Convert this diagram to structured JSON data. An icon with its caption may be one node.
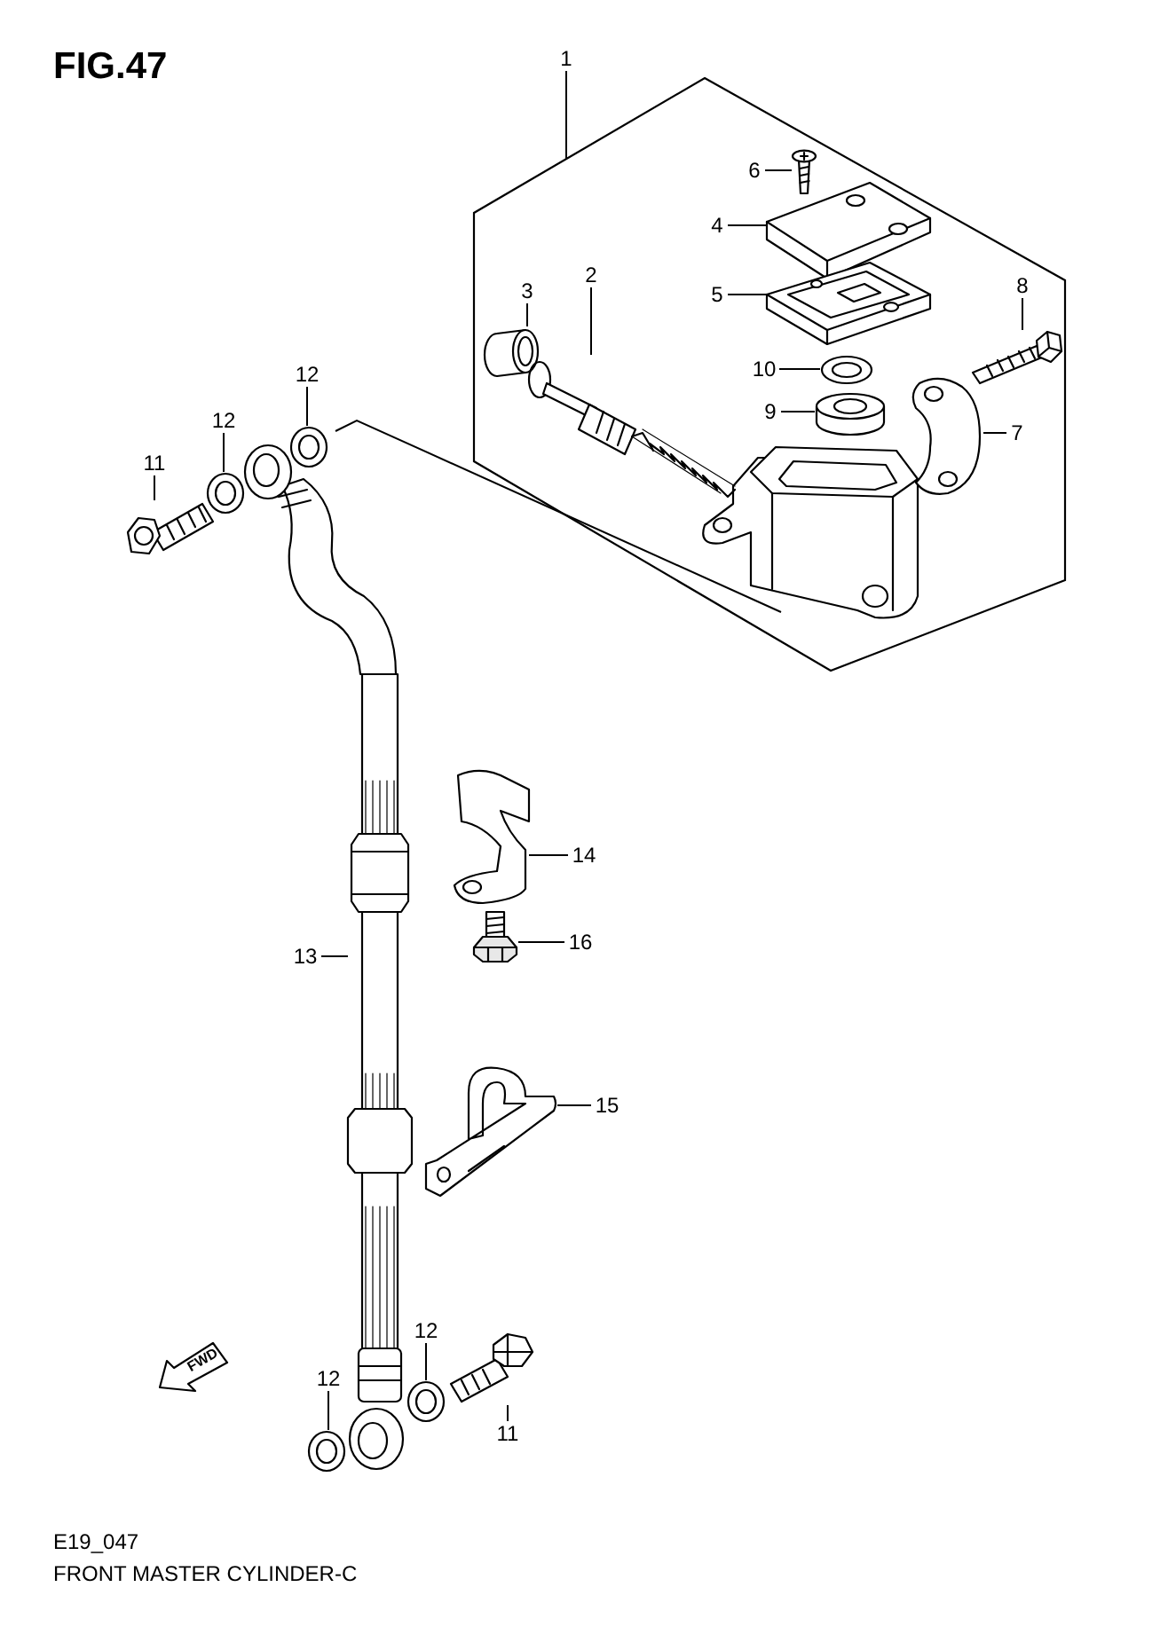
{
  "diagram": {
    "title": "FIG.47",
    "caption": "FRONT MASTER CYLINDER-C",
    "nodes": [
      {
        "text": [
          "1"
        ]
      },
      {
        "text": [],
        "shape": "box"
      },
      {
        "text": [
          "6"
        ],
        "in": 1
      },
      {
        "text": [],
        "shape": "picture",
        "in": 1
      },
      {
        "text": [
          "4"
        ],
        "in": 1
      },
      {
        "text": [],
        "shape": "picture",
        "in": 1
      },
      {
        "text": [
          "2"
        ],
        "in": 1
      },
      {
        "text": [
          "3"
        ],
        "in": 1
      },
      {
        "text": [
          "5"
        ],
        "in": 1
      },
      {
        "text": [],
        "shape": "picture",
        "in": 1
      },
      {
        "text": [
          "8"
        ],
        "in": 1
      },
      {
        "text": [],
        "shape": "picture",
        "in": 1
      },
      {
        "text": [
          "10"
        ],
        "in": 1
      },
      {
        "text": [],
        "shape": "picture",
        "in": 1
      },
      {
        "text": [],
        "shape": "cylinder",
        "in": 1
      },
      {
        "text": [],
        "shape": "picture",
        "in": 1
      },
      {
        "text": [
          "9"
        ],
        "in": 1
      },
      {
        "text": [],
        "shape": "cylinder",
        "in": 1
      },
      {
        "text": [
          "7"
        ],
        "in": 1
      },
      {
        "text": [],
        "shape": "picture",
        "in": 1
      },
      {
        "text": [
          "12"
        ]
      },
      {
        "text": [],
        "shape": "picture"
      },
      {
        "text": [
          "12"
        ]
      },
      {
        "text": [],
        "shape": "picture"
      },
      {
        "text": [
          "11"
        ]
      },
      {
        "text": [],
        "shape": "picture"
      },
      {
        "text": [],
        "shape": "picture"
      },
      {
        "text": [
          "14"
        ]
      },
      {
        "text": [],
        "shape": "picture"
      },
      {
        "text": [
          "16"
        ]
      },
      {
        "text": [],
        "shape": "picture"
      },
      {
        "text": [
          "13"
        ]
      },
      {
        "text": [
          "15"
        ]
      },
      {
        "text": [],
        "shape": "picture"
      },
      {
        "text": [
          "12"
        ]
      },
      {
        "text": [],
        "shape": "picture"
      },
      {
        "text": [
          "11"
        ]
      },
      {
        "text": [],
        "shape": "picture"
      },
      {
        "text": [
          "12"
        ]
      },
      {
        "text": [],
        "shape": "picture"
      },
      {
        "text": [
          "FWD"
        ]
      }
    ],
    "edges": [
      {
        "from": 0,
        "to": 1,
        "arrow": "none"
      },
      {
        "from": 2,
        "to": 3,
        "arrow": "none"
      },
      {
        "from": 4,
        "to": 5,
        "arrow": "none"
      },
      {
        "from": 6,
        "to": 15,
        "arrow": "none"
      },
      {
        "from": 7,
        "to": 14,
        "arrow": "none"
      },
      {
        "from": 8,
        "to": 9,
        "arrow": "none"
      },
      {
        "from": 10,
        "to": 11,
        "arrow": "none"
      },
      {
        "from": 12,
        "to": 13,
        "arrow": "none"
      },
      {
        "from": 16,
        "to": 17,
        "arrow": "none"
      },
      {
        "from": 18,
        "to": 19,
        "arrow": "none"
      },
      {
        "from": 20,
        "to": 21,
        "arrow": "none"
      },
      {
        "from": 22,
        "to": 23,
        "arrow": "none"
      },
      {
        "from": 24,
        "to": 25,
        "arrow": "none"
      },
      {
        "from": 27,
        "to": 28,
        "arrow": "none"
      },
      {
        "from": 29,
        "to": 30,
        "arrow": "none"
      },
      {
        "from": 31,
        "to": 26,
        "arrow": "none"
      },
      {
        "from": 32,
        "to": 33,
        "arrow": "none"
      },
      {
        "from": 34,
        "to": 35,
        "arrow": "none"
      },
      {
        "from": 36,
        "to": 37,
        "arrow": "none"
      },
      {
        "from": 38,
        "to": 39,
        "arrow": "none"
      }
    ],
    "labels": [
      "E19_047"
    ]
  }
}
